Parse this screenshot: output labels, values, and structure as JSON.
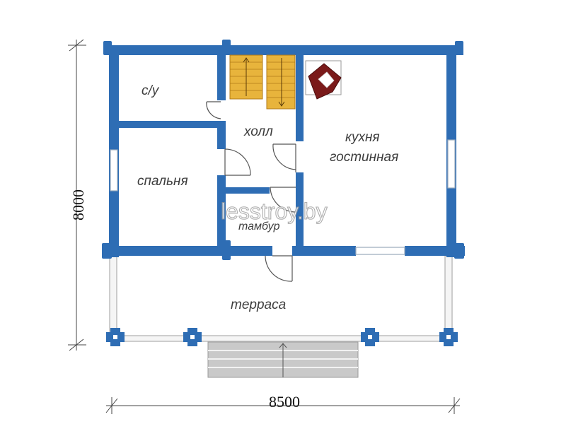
{
  "rooms": {
    "bathroom": "с/у",
    "hall": "холл",
    "kitchen": "кухня",
    "living": "гостинная",
    "bedroom": "спальня",
    "vestibule": "тамбур",
    "terrace": "терраса"
  },
  "dimensions": {
    "width": "8500",
    "height": "8000"
  },
  "watermark": "lesstroy.by",
  "colors": {
    "wall": "#2e6db4",
    "stairs": "#e8b43c",
    "stove": "#7a1a1a",
    "steps": "#c9c9c9"
  }
}
